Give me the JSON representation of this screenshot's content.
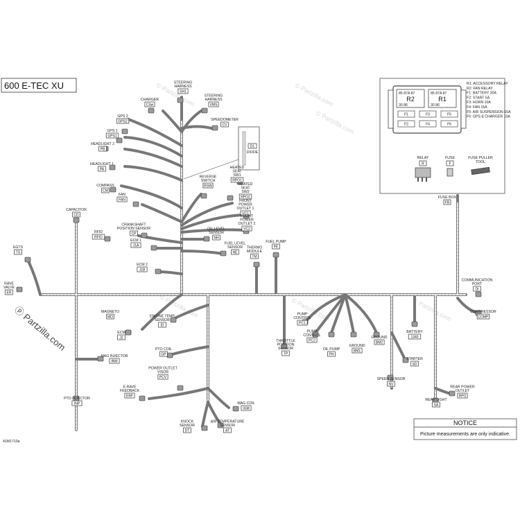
{
  "title": "600 E-TEC XU",
  "figure_ref": "41M1710a",
  "watermarks": [
    "© Partzilla.com",
    "© Partzilla.com",
    "© Partzilla.com",
    "© Partzilla.com",
    "© Partzilla.com",
    "© Partzilla.com"
  ],
  "watermark_big": "Partzilla.com",
  "notice": {
    "heading": "NOTICE",
    "text": "Picture measurements are only indicative."
  },
  "fuse_box": {
    "relays": [
      {
        "pins_top": "85   87A   87",
        "name": "R2",
        "pins_bottom": "30         86"
      },
      {
        "pins_top": "85   87A   87",
        "name": "R1",
        "pins_bottom": "30         86"
      }
    ],
    "fuses": [
      "F1",
      "F3",
      "F5",
      "F2",
      "F4",
      "F6"
    ],
    "legend": [
      "R1: ACCESSORY RELAY",
      "R2: FAN RELAY",
      "F1: BATTERY 30A",
      "F2: START 5A",
      "F3: HORN 10A",
      "F4: FAN 15A",
      "F5: AIR SUSPENSION 15A",
      "F6: GPS & CHARGER 10A"
    ],
    "parts": [
      {
        "name": "RELAY",
        "code": "R"
      },
      {
        "name": "FUSE",
        "code": "F"
      },
      {
        "name": "FUSE PULLER",
        "name2": "TOOL",
        "code": ""
      }
    ],
    "box_label": "FUSE BOX",
    "box_code": "FB"
  },
  "diode": {
    "code": "D1",
    "name": "DIODE"
  },
  "connectors": [
    {
      "code": "SH1",
      "lines": [
        "STEERING",
        "HARNESS"
      ]
    },
    {
      "code": "CSw",
      "lines": [
        "CHARGER"
      ]
    },
    {
      "code": "VMS",
      "lines": [
        "STEERING",
        "HARNESS"
      ]
    },
    {
      "code": "CV",
      "lines": [
        "SPEEDOMETER"
      ]
    },
    {
      "code": "GPS2",
      "lines": [
        "GPS 2"
      ]
    },
    {
      "code": "GPS1",
      "lines": [
        "GPS 1"
      ]
    },
    {
      "code": "PB",
      "lines": [
        "HEADLIGHT 2"
      ]
    },
    {
      "code": "PA",
      "lines": [
        "HEADLIGHT 1"
      ]
    },
    {
      "code": "CM",
      "lines": [
        "COMPASS"
      ]
    },
    {
      "code": "FAN",
      "lines": [
        "FAN"
      ]
    },
    {
      "code": "RSW",
      "lines": [
        "REVERSE",
        "SWITCH"
      ]
    },
    {
      "code": "RPO1",
      "lines": [
        "HEATED",
        "SEAT",
        "SW1"
      ]
    },
    {
      "code": "RPO2",
      "lines": [
        "HEATED",
        "SEAT",
        "SW2"
      ]
    },
    {
      "code": "VC1",
      "lines": [
        "FRONT",
        "POWER",
        "OUTLET 1"
      ]
    },
    {
      "code": "VC2",
      "lines": [
        "FRONT",
        "POWER",
        "OUTLET 2"
      ]
    },
    {
      "code": "CD",
      "lines": [
        "CAPACITOR"
      ]
    },
    {
      "code": "CP",
      "lines": [
        "CRANKSHAFT",
        "POSITION SENSOR"
      ]
    },
    {
      "code": "RFID",
      "lines": [
        "RFID"
      ]
    },
    {
      "code": "NH",
      "lines": [
        "OIL LEVEL",
        "SENSOR"
      ]
    },
    {
      "code": "J1A",
      "lines": [
        "ECM 1"
      ]
    },
    {
      "code": "NE",
      "lines": [
        "FUEL LEVEL",
        "SENSOR"
      ]
    },
    {
      "code": "TM",
      "lines": [
        "THERMO",
        "MODULE"
      ]
    },
    {
      "code": "PE",
      "lines": [
        "FUEL PUMP"
      ]
    },
    {
      "code": "TS",
      "lines": [
        "EGTS"
      ]
    },
    {
      "code": "J1B",
      "lines": [
        "ECM 2"
      ]
    },
    {
      "code": "ER",
      "lines": [
        "RAVE",
        "VALVE"
      ]
    },
    {
      "code": "DI",
      "lines": [
        "COMMUNICATION",
        "PORT"
      ]
    },
    {
      "code": "COMP",
      "lines": [
        "COMPRESSOR"
      ]
    },
    {
      "code": "MO",
      "lines": [
        "MAGNETO"
      ]
    },
    {
      "code": "J2",
      "lines": [
        "ECM"
      ]
    },
    {
      "code": "EI",
      "lines": [
        "ENGINE TEMP",
        "SENSOR"
      ]
    },
    {
      "code": "PC1",
      "lines": [
        "PUMP",
        "CONTROL"
      ]
    },
    {
      "code": "PC2",
      "lines": [
        "PUMP",
        "CONTROL"
      ]
    },
    {
      "code": "PH",
      "lines": [
        "OIL PUMP"
      ]
    },
    {
      "code": "BM1",
      "lines": [
        "GROUND"
      ]
    },
    {
      "code": "BM2",
      "lines": [
        "GROUND"
      ]
    },
    {
      "code": "1340",
      "lines": [
        "BATTERY"
      ]
    },
    {
      "code": "GP",
      "lines": [
        "PTO COIL"
      ]
    },
    {
      "code": "INM",
      "lines": [
        "MAG INJECTOR"
      ]
    },
    {
      "code": "TP",
      "lines": [
        "THROTTLE",
        "POSITION",
        "SENSOR"
      ]
    },
    {
      "code": "SD",
      "lines": [
        "STARTER"
      ]
    },
    {
      "code": "PCV",
      "lines": [
        "POWER OUTLET",
        "VISOR"
      ]
    },
    {
      "code": "NV",
      "lines": [
        "SPEED SENSOR"
      ]
    },
    {
      "code": "ERF",
      "lines": [
        "E-RAVE",
        "FEEDBACK"
      ]
    },
    {
      "code": "RPO",
      "lines": [
        "REAR POWER",
        "OUTLET"
      ]
    },
    {
      "code": "SA",
      "lines": [
        "REAR LIGHT"
      ]
    },
    {
      "code": "INP",
      "lines": [
        "PTO INJECTOR"
      ]
    },
    {
      "code": "IGM",
      "lines": [
        "MAG COIL"
      ]
    },
    {
      "code": "DT",
      "lines": [
        "KNOCK",
        "SENSOR"
      ]
    },
    {
      "code": "AT",
      "lines": [
        "AIR TEMPERATURE",
        "SENSOR"
      ]
    }
  ]
}
